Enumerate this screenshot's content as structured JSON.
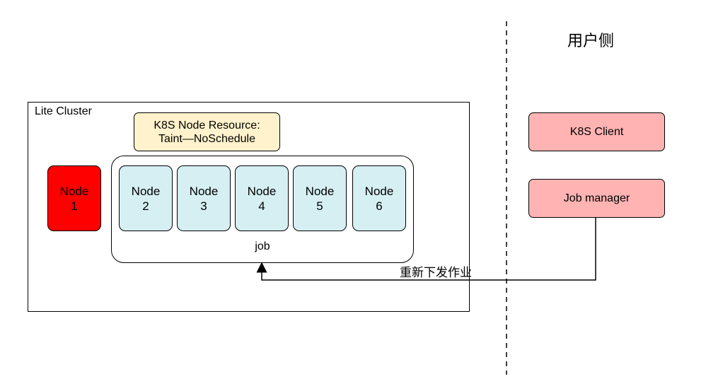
{
  "cluster": {
    "label": "Lite Cluster"
  },
  "taint": {
    "line1": "K8S Node Resource:",
    "line2": "Taint—NoSchedule"
  },
  "nodes": [
    {
      "name": "Node",
      "id": "1",
      "status_color": "#ff0000"
    },
    {
      "name": "Node",
      "id": "2",
      "status_color": "#d5eff3"
    },
    {
      "name": "Node",
      "id": "3",
      "status_color": "#d5eff3"
    },
    {
      "name": "Node",
      "id": "4",
      "status_color": "#d5eff3"
    },
    {
      "name": "Node",
      "id": "5",
      "status_color": "#d5eff3"
    },
    {
      "name": "Node",
      "id": "6",
      "status_color": "#d5eff3"
    }
  ],
  "job_group": {
    "label": "job"
  },
  "user_side": {
    "label": "用户侧"
  },
  "k8s_client": {
    "label": "K8S Client"
  },
  "job_manager": {
    "label": "Job manager"
  },
  "resubmit": {
    "label": "重新下发作业"
  },
  "colors": {
    "client_fill": "#ffb3b3",
    "taint_fill": "#fff2cc",
    "healthy_node_fill": "#d5eff3",
    "failed_node_fill": "#ff0000"
  }
}
